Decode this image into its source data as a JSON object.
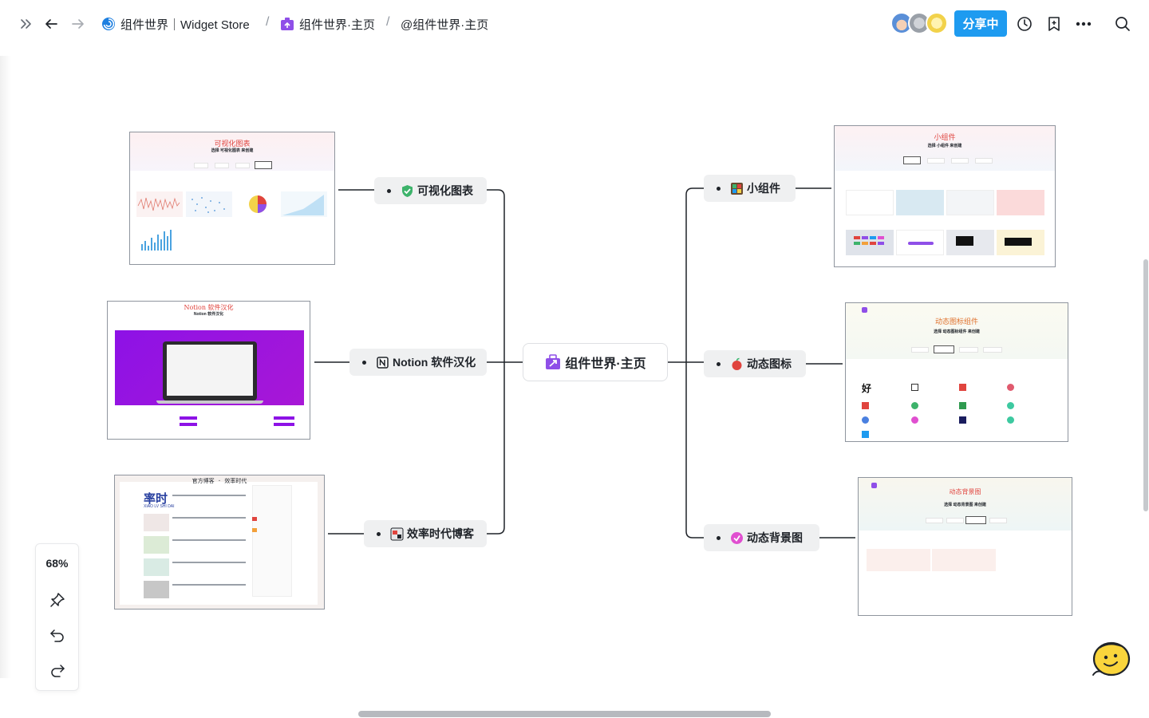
{
  "topbar": {
    "breadcrumbs": [
      {
        "label": "组件世界｜Widget Store",
        "icon": "spiral-logo-icon"
      },
      {
        "label": "组件世界·主页",
        "icon": "widget-page-icon"
      },
      {
        "label": "@组件世界·主页"
      }
    ],
    "separator": "/",
    "share_label": "分享中",
    "icons": [
      "expand-sidebar-icon",
      "back-arrow-icon",
      "forward-arrow-icon",
      "history-clock-icon",
      "bookmark-add-icon",
      "more-icon",
      "search-icon"
    ]
  },
  "mindmap": {
    "root": "组件世界·主页",
    "left_nodes": [
      "可视化图表",
      "Notion 软件汉化",
      "效率时代博客"
    ],
    "right_nodes": [
      "小组件",
      "动态图标",
      "动态背景图"
    ]
  },
  "thumbnails": {
    "charts": {
      "title": "可视化图表",
      "subtitle": "选择 可视化图表 来创建"
    },
    "notion": {
      "title": "Notion 软件汉化",
      "subtitle": "Notion 软件汉化"
    },
    "blog": {
      "title": "官方博客 · 效率时代",
      "brand": "率时",
      "brand_sub": "XIAO LV SHI DAI"
    },
    "widgets": {
      "title": "小组件",
      "subtitle": "选择 小组件 来创建"
    },
    "icons": {
      "title": "动态图标组件",
      "subtitle": "选择 动态图标组件 来创建",
      "glyph": "好"
    },
    "backgrounds": {
      "title": "动态背景图",
      "subtitle": "选择 动态背景图 来创建"
    }
  },
  "zoom": {
    "level": "68%"
  },
  "colors": {
    "accent": "#1e9bf0",
    "node_bg": "#eff0f1",
    "line": "#1f2329",
    "purple": "#9b1fe8"
  }
}
